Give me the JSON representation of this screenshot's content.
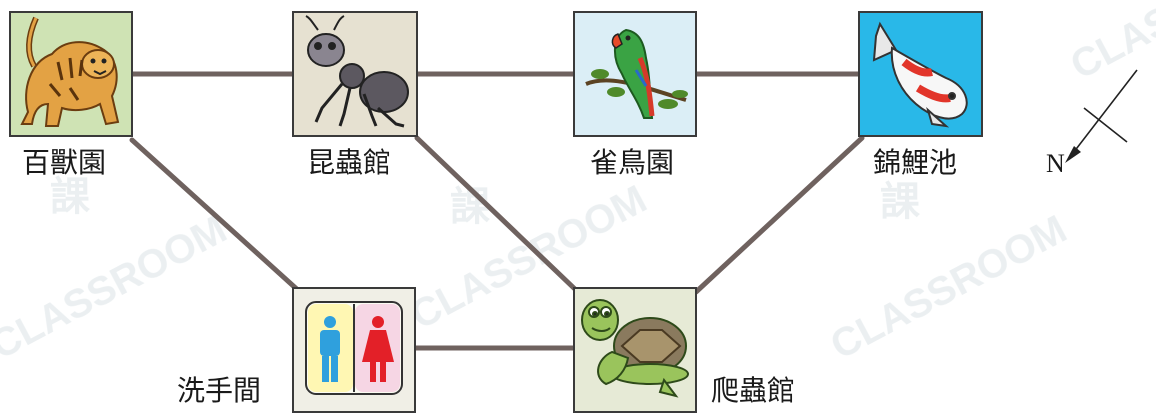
{
  "locations": {
    "zoo": {
      "label": "百獸園",
      "icon": "tiger-icon"
    },
    "insect_hall": {
      "label": "昆蟲館",
      "icon": "ant-icon"
    },
    "aviary": {
      "label": "雀鳥園",
      "icon": "parrot-icon"
    },
    "koi_pond": {
      "label": "錦鯉池",
      "icon": "koi-fish-icon"
    },
    "toilet": {
      "label": "洗手間",
      "icon": "toilet-sign-icon"
    },
    "reptile_hall": {
      "label": "爬蟲館",
      "icon": "turtle-icon"
    }
  },
  "compass": {
    "north_label": "N",
    "icon": "north-arrow-icon"
  },
  "watermark": {
    "text": "CLASSROOM",
    "icon_char": "課"
  },
  "colors": {
    "path": "#6f625f",
    "zoo_bg": "#cfe3b4",
    "insect_bg": "#e6e1d1",
    "aviary_bg": "#dbeef6",
    "koi_bg": "#29b8e8",
    "toilet_bg": "#f0efe6",
    "reptile_bg": "#e6ead6"
  }
}
